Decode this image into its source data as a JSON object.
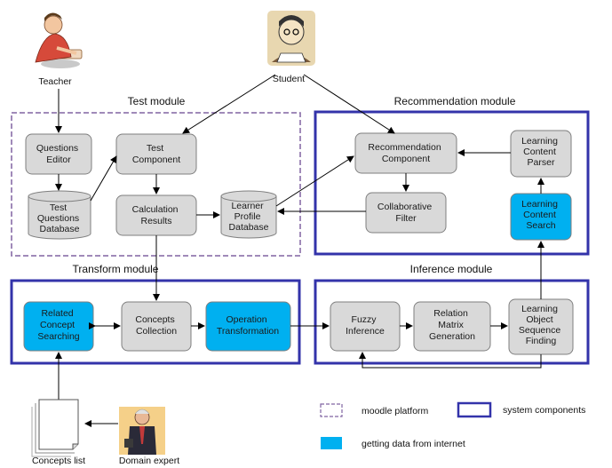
{
  "actors": {
    "teacher": "Teacher",
    "student": "Student",
    "domain_expert": "Domain expert",
    "concepts_list": "Concepts list"
  },
  "modules": {
    "test": "Test module",
    "recommendation": "Recommendation module",
    "transform": "Transform module",
    "inference": "Inference module"
  },
  "nodes": {
    "questions_editor": [
      "Questions",
      "Editor"
    ],
    "test_component": [
      "Test",
      "Component"
    ],
    "test_questions_db": [
      "Test",
      "Questions",
      "Database"
    ],
    "calculation_results": [
      "Calculation",
      "Results"
    ],
    "learner_profile_db": [
      "Learner",
      "Profile",
      "Database"
    ],
    "recommendation_component": [
      "Recommendation",
      "Component"
    ],
    "learning_content_parser": [
      "Learning",
      "Content",
      "Parser"
    ],
    "collaborative_filter": [
      "Collaborative",
      "Filter"
    ],
    "learning_content_search": [
      "Learning",
      "Content",
      "Search"
    ],
    "related_concept_searching": [
      "Related",
      "Concept",
      "Searching"
    ],
    "concepts_collection": [
      "Concepts",
      "Collection"
    ],
    "operation_transformation": [
      "Operation",
      "Transformation"
    ],
    "fuzzy_inference": [
      "Fuzzy",
      "Inference"
    ],
    "relation_matrix_generation": [
      "Relation",
      "Matrix",
      "Generation"
    ],
    "learning_object_sequence_finding": [
      "Learning",
      "Object",
      "Sequence",
      "Finding"
    ]
  },
  "legend": {
    "moodle": "moodle platform",
    "system": "system components",
    "internet": "getting data from internet"
  },
  "colors": {
    "internet_blue": "#00b0f0",
    "component_gray": "#d9d9d9",
    "moodle_border": "#8064a2",
    "system_border": "#3333aa"
  }
}
